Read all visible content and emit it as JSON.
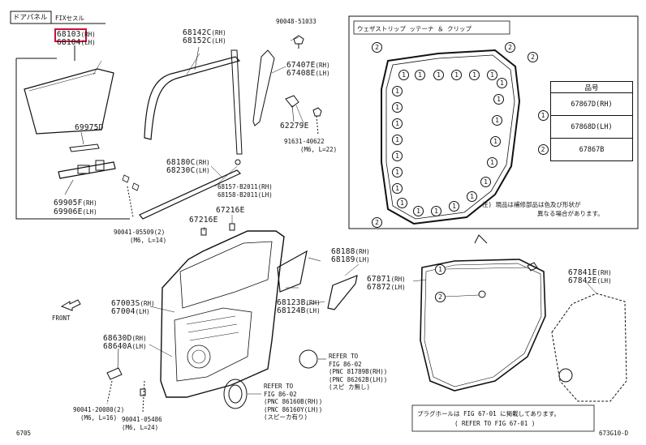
{
  "header": {
    "tag": "ドアパネル",
    "tag_sub": "FIXセスル"
  },
  "colors": {
    "highlight": "#c8103a",
    "line": "#111111"
  },
  "labels": {
    "p68103": {
      "pn": "68103",
      "sfx": "(RH)"
    },
    "p68104": {
      "pn": "68104",
      "sfx": "(LH)"
    },
    "p69975D": "69975D",
    "p69905F": {
      "pn": "69905F",
      "sfx": "(RH)"
    },
    "p69906E": {
      "pn": "69906E",
      "sfx": "(LH)"
    },
    "p90041_05509": "90041-05509(2)",
    "p90041_05509_note": "(M6, L=14)",
    "p68142C": {
      "pn": "68142C",
      "sfx": "(RH)"
    },
    "p68152C": {
      "pn": "68152C",
      "sfx": "(LH)"
    },
    "p90048_51033": "90048-51033",
    "p67407E": {
      "pn": "67407E",
      "sfx": "(RH)"
    },
    "p67408E": {
      "pn": "67408E",
      "sfx": "(LH)"
    },
    "p62279E": "62279E",
    "p91631_40622": "91631-40622",
    "p91631_note": "(M6, L=22)",
    "p68180C": {
      "pn": "68180C",
      "sfx": "(RH)"
    },
    "p68230C": {
      "pn": "68230C",
      "sfx": "(LH)"
    },
    "p68157": "68157-B2011(RH)",
    "p68158": "68158-B2011(LH)",
    "p67216E_a": "67216E",
    "p67216E_b": "67216E",
    "p67003S": {
      "pn": "67003S",
      "sfx": "(RH)"
    },
    "p67004": {
      "pn": "67004",
      "sfx": "(LH)"
    },
    "front": "FRONT",
    "p68630D": {
      "pn": "68630D",
      "sfx": "(RH)"
    },
    "p68640A": {
      "pn": "68640A",
      "sfx": "(LH)"
    },
    "p90041_20080": "90041-20080(2)",
    "p90041_20080_note": "(M6, L=16)",
    "p90041_05486": "90041-05486",
    "p90041_05486_note": "(M6, L=24)",
    "p68188": {
      "pn": "68188",
      "sfx": "(RH)"
    },
    "p68189": {
      "pn": "68189",
      "sfx": "(LH)"
    },
    "p68123B": {
      "pn": "68123B",
      "sfx": "(RH)"
    },
    "p68124B": {
      "pn": "68124B",
      "sfx": "(LH)"
    },
    "p67871": {
      "pn": "67871",
      "sfx": "(RH)"
    },
    "p67872": {
      "pn": "67872",
      "sfx": "(LH)"
    },
    "p67841E": {
      "pn": "67841E",
      "sfx": "(RH)"
    },
    "p67842E": {
      "pn": "67842E",
      "sfx": "(LH)"
    },
    "ref1": [
      "REFER TO",
      "FIG 86-02",
      "(PNC 81789B(RH))",
      "(PNC 86262B(LH))",
      "(スピ カ無し)"
    ],
    "ref2": [
      "REFER TO",
      "FIG 86-02",
      "(PNC 86160B(RH))",
      "(PNC 86160Y(LH))",
      "(スピーカ有り)"
    ],
    "footer_left": "6705",
    "footer_right": "673G10-D"
  },
  "inset": {
    "title": "ウェザストリップ ッテーナ ＆ クリップ",
    "table_header": "品号",
    "rows": [
      {
        "marker": "1",
        "pn": "67867D",
        "sfx": "(RH)"
      },
      {
        "marker": "1",
        "pn": "67868D",
        "sfx": "(LH)"
      },
      {
        "marker": "2",
        "pn": "67867B",
        "sfx": ""
      }
    ],
    "note1": "注) 現品は補修部品は色及び形状が",
    "note2": "異なる場合があります。"
  },
  "bottom_note": {
    "line1": "プラグホールは FIG 67-01 に掲載してあります。",
    "line2": "( REFER TO FIG 67-01 )"
  }
}
